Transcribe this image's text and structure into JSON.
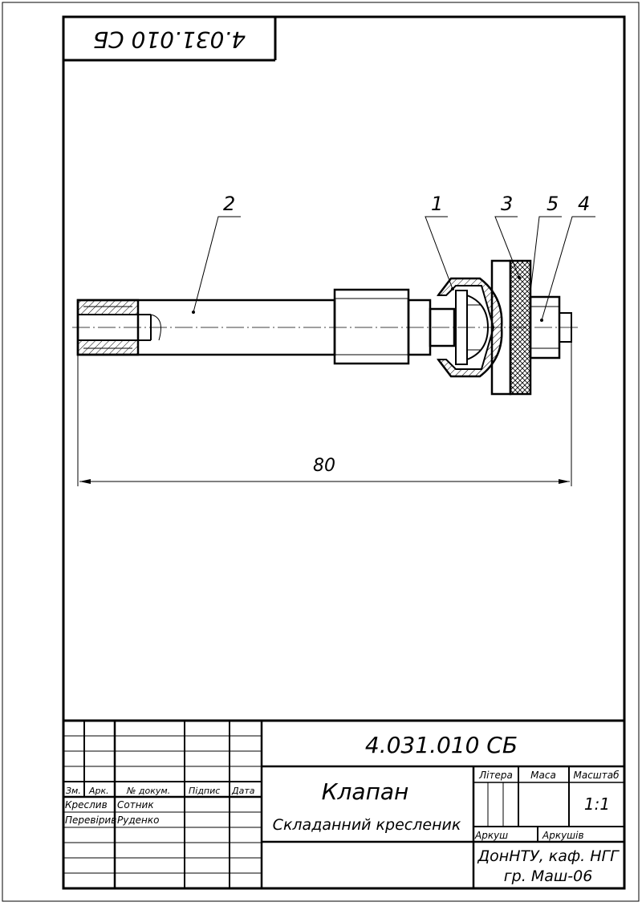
{
  "drawing": {
    "code_rotated": "4.031.010 СБ",
    "dimension_80": "80",
    "callouts": [
      "1",
      "2",
      "3",
      "4",
      "5"
    ]
  },
  "title_block": {
    "designation": "4.031.010 СБ",
    "part_name": "Клапан",
    "doc_type": "Складанний кресленик",
    "col_headers": [
      "Зм.",
      "Арк.",
      "№ докум.",
      "Підпис",
      "Дата"
    ],
    "role_drawn": "Креслив",
    "name_drawn": "Сотник",
    "role_checked": "Перевірив",
    "name_checked": "Руденко",
    "letter_label": "Літера",
    "mass_label": "Маса",
    "scale_label": "Масштаб",
    "scale_value": "1:1",
    "sheet_label": "Аркуш",
    "sheets_label": "Аркушів",
    "org_line1": "ДонНТУ, каф. НГГ",
    "org_line2": "гр. Маш-06"
  },
  "colors": {
    "ink": "#000000",
    "paper": "#ffffff"
  }
}
